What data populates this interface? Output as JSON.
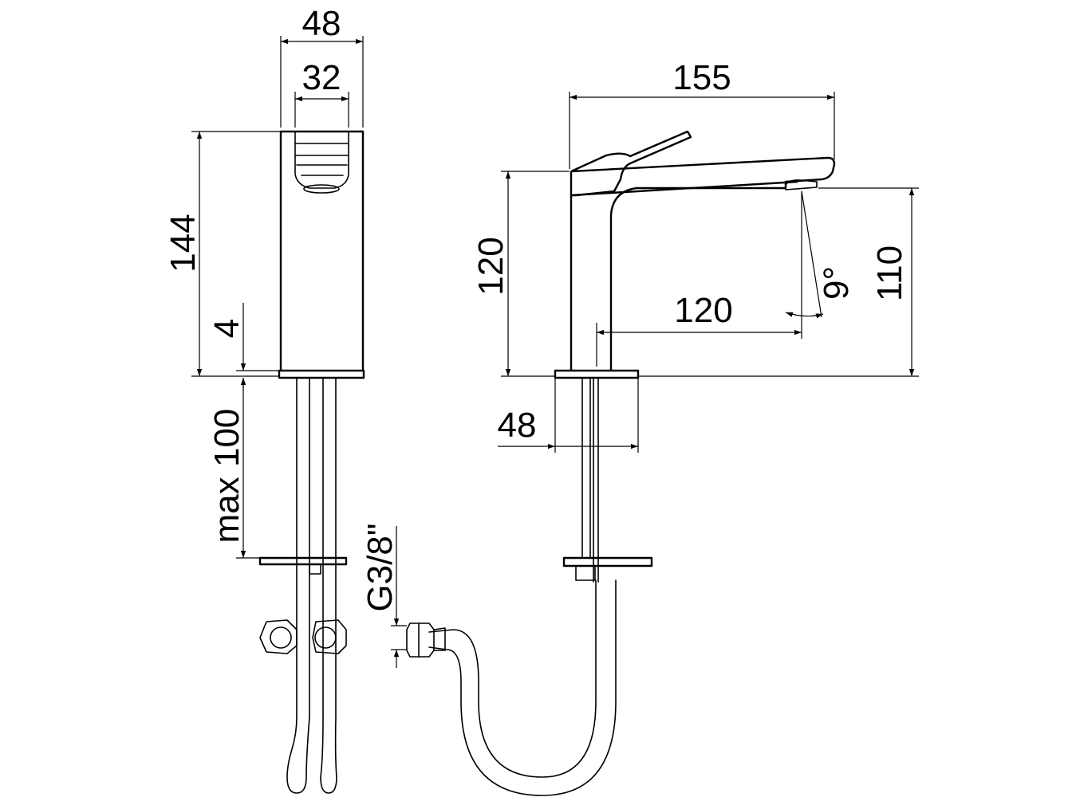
{
  "drawing": {
    "dimensions": {
      "side_width": "48",
      "aerator_width": "32",
      "body_height": "144",
      "flange_thickness": "4",
      "max_deck_thickness": "max 100",
      "thread_size": "G3/8\"",
      "total_length": "155",
      "total_height": "120",
      "spout_reach": "120",
      "outlet_height": "110",
      "flow_angle": "9°",
      "base_diameter": "48"
    }
  }
}
